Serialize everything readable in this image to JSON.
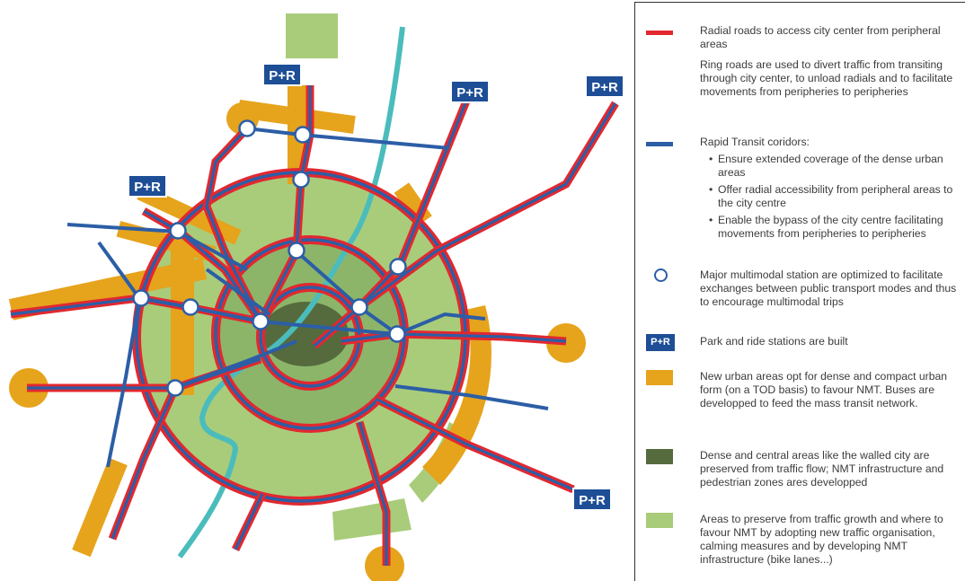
{
  "colors": {
    "road_red": "#e2282f",
    "transit_blue": "#2c5ea6",
    "transit_teal": "#4bbcbc",
    "urban_orange": "#e6a31c",
    "dense_dark_green": "#556b3d",
    "preserve_light_green": "#a9cc7a",
    "pr_badge_blue": "#1d4e96"
  },
  "map": {
    "pr_badges": [
      {
        "label": "P+R"
      },
      {
        "label": "P+R"
      },
      {
        "label": "P+R"
      },
      {
        "label": "P+R"
      },
      {
        "label": "P+R"
      }
    ]
  },
  "legend": {
    "radial_roads": "Radial roads to access city center from peripheral areas",
    "ring_roads": "Ring roads are used to divert traffic from transiting through city center, to unload radials and to facilitate movements from peripheries to peripheries",
    "rapid_transit_title": "Rapid Transit coridors:",
    "rapid_transit_bullets": [
      "Ensure extended coverage of the dense urban areas",
      "Offer radial accessibility from peripheral areas to the city centre",
      "Enable the bypass of the city centre facilitating movements from peripheries to peripheries"
    ],
    "multimodal_station": "Major multimodal station are optimized to facilitate exchanges between public transport modes and thus to encourage multimodal trips",
    "park_ride_badge": "P+R",
    "park_ride": "Park and ride stations are built",
    "new_urban_areas": "New urban areas opt for dense and compact urban form (on a TOD basis) to favour NMT. Buses are developped to feed the mass transit network.",
    "dense_central": "Dense and central areas like the walled city are preserved from traffic flow; NMT infrastructure and pedestrian zones ares developped",
    "preserve_areas": "Areas to preserve from traffic growth and where to favour NMT by adopting new traffic organisation, calming measures  and by developing NMT infrastructure (bike lanes...)"
  }
}
